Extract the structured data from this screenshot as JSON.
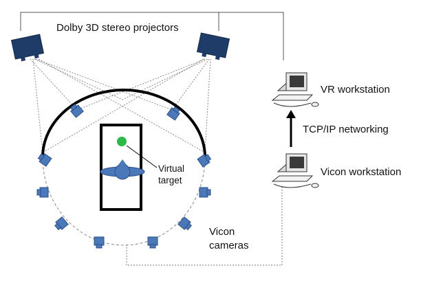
{
  "labels": {
    "projectors": "Dolby 3D stereo projectors",
    "vr_workstation": "VR workstation",
    "network": "TCP/IP networking",
    "vicon_workstation": "Vicon workstation",
    "virtual_target_line1": "Virtual",
    "virtual_target_line2": "target",
    "vicon_cameras_line1": "Vicon",
    "vicon_cameras_line2": "cameras"
  },
  "colors": {
    "device_blue": "#4a78b8",
    "device_navy": "#1f3b68",
    "target_green": "#2db84a",
    "line_gray": "#555555"
  },
  "icons": {
    "projector": "projector-icon",
    "workstation": "desktop-computer-icon",
    "camera": "camera-icon"
  }
}
